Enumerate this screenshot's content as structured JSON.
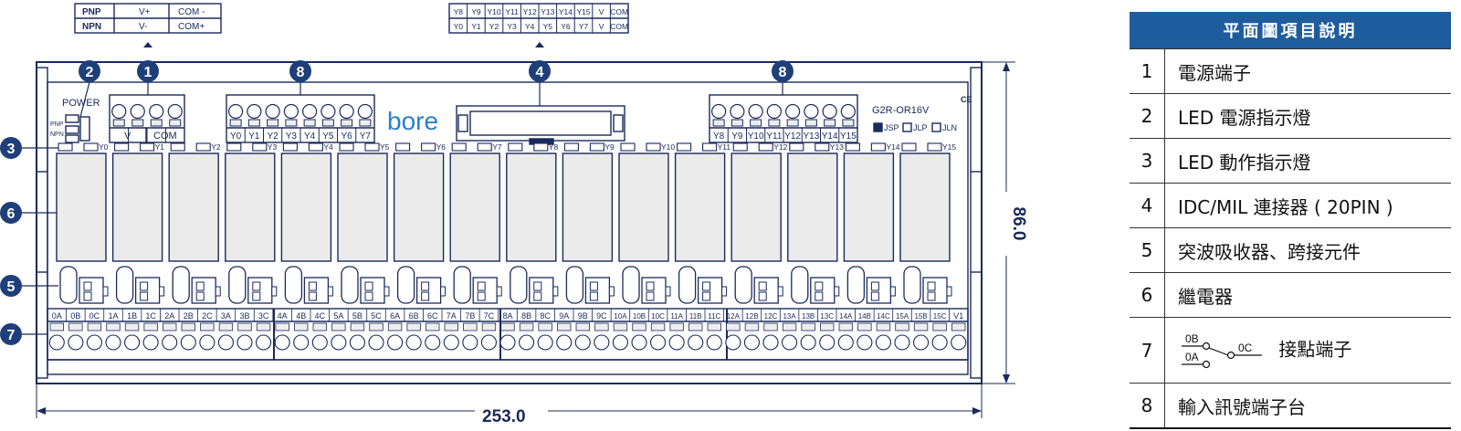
{
  "pnp_npn_table": {
    "rows": [
      [
        "PNP",
        "V+",
        "COM -"
      ],
      [
        "NPN",
        "V-",
        "COM+"
      ]
    ]
  },
  "idc_table": {
    "rows": [
      [
        "Y8",
        "Y9",
        "Y10",
        "Y11",
        "Y12",
        "Y13",
        "Y14",
        "Y15",
        "V",
        "COM"
      ],
      [
        "Y0",
        "Y1",
        "Y2",
        "Y3",
        "Y4",
        "Y5",
        "Y6",
        "Y7",
        "V",
        "COM"
      ]
    ]
  },
  "board": {
    "power_label": "POWER",
    "pnp_label": "PNP",
    "npn_label": "NPN",
    "brand": "bore",
    "model": "G2R-OR16V",
    "jumper_options": [
      "JSP",
      "JLP",
      "JLN"
    ],
    "ce_mark": "CE",
    "power_terminal_labels": [
      "V",
      "COM"
    ],
    "input_left_labels": [
      "Y0",
      "Y1",
      "Y2",
      "Y3",
      "Y4",
      "Y5",
      "Y6",
      "Y7"
    ],
    "input_right_labels": [
      "Y8",
      "Y9",
      "Y10",
      "Y11",
      "Y12",
      "Y13",
      "Y14",
      "Y15"
    ],
    "led_labels": [
      "Y0",
      "Y1",
      "Y2",
      "Y3",
      "Y4",
      "Y5",
      "Y6",
      "Y7",
      "Y8",
      "Y9",
      "Y10",
      "Y11",
      "Y12",
      "Y13",
      "Y14",
      "Y15"
    ],
    "contact_labels": [
      "0A",
      "0B",
      "0C",
      "1A",
      "1B",
      "1C",
      "2A",
      "2B",
      "2C",
      "3A",
      "3B",
      "3C",
      "4A",
      "4B",
      "4C",
      "5A",
      "5B",
      "5C",
      "6A",
      "6B",
      "6C",
      "7A",
      "7B",
      "7C",
      "8A",
      "8B",
      "8C",
      "9A",
      "9B",
      "9C",
      "10A",
      "10B",
      "10C",
      "11A",
      "11B",
      "11C",
      "12A",
      "12B",
      "12C",
      "13A",
      "13B",
      "13C",
      "14A",
      "14B",
      "14C",
      "15A",
      "15B",
      "15C",
      "V1"
    ]
  },
  "callouts": [
    "1",
    "2",
    "3",
    "4",
    "5",
    "6",
    "7",
    "8"
  ],
  "dimensions": {
    "width": "253.0",
    "height": "86.0"
  },
  "legend": {
    "title": "平面圖項目說明",
    "items": [
      {
        "num": "1",
        "text": "電源端子"
      },
      {
        "num": "2",
        "text": "LED 電源指示燈"
      },
      {
        "num": "3",
        "text": "LED 動作指示燈"
      },
      {
        "num": "4",
        "text": "IDC/MIL 連接器 ( 20PIN )"
      },
      {
        "num": "5",
        "text": "突波吸收器、跨接元件"
      },
      {
        "num": "6",
        "text": "繼電器"
      },
      {
        "num": "7",
        "text": "接點端子",
        "symbol_labels": [
          "0B",
          "0C",
          "0A"
        ]
      },
      {
        "num": "8",
        "text": "輸入訊號端子台"
      }
    ]
  },
  "colors": {
    "line": "#1a2a5c",
    "callout": "#1f3f7a",
    "brand": "#2a7fc9",
    "legend_header": "#1f5c9e",
    "board_fill": "#ffffff",
    "relay_fill": "#ebebeb",
    "terminal_fill": "#eeeeee"
  }
}
